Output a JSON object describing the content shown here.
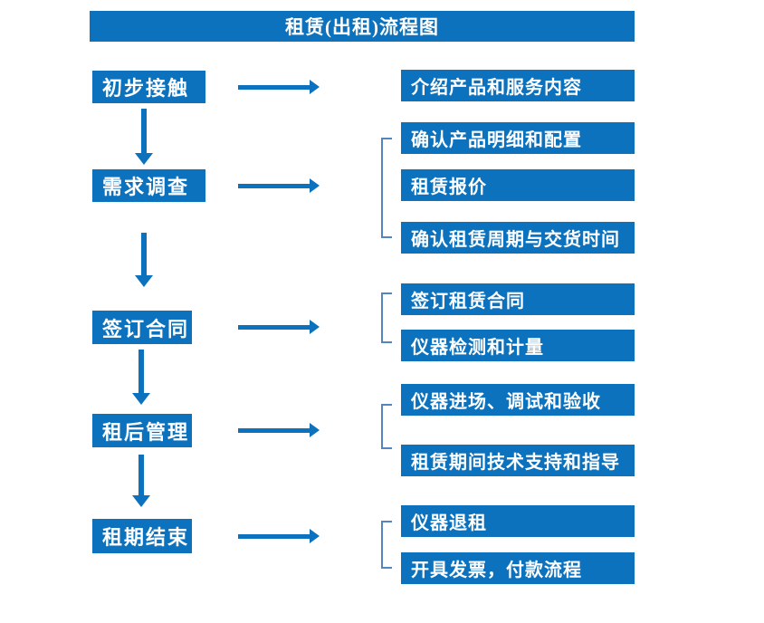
{
  "title": "租赁(出租)流程图",
  "colors": {
    "primary_blue": "#0c72be",
    "bracket_blue": "#5585be",
    "text_white": "#ffffff",
    "background": "#ffffff"
  },
  "steps": [
    {
      "label": "初步接触",
      "details": [
        "介绍产品和服务内容"
      ]
    },
    {
      "label": "需求调查",
      "details": [
        "确认产品明细和配置",
        "租赁报价",
        "确认租赁周期与交货时间"
      ]
    },
    {
      "label": "签订合同",
      "details": [
        "签订租赁合同",
        "仪器检测和计量"
      ]
    },
    {
      "label": "租后管理",
      "details": [
        "仪器进场、调试和验收",
        "租赁期间技术支持和指导"
      ]
    },
    {
      "label": "租期结束",
      "details": [
        "仪器退租",
        "开具发票，付款流程"
      ]
    }
  ]
}
